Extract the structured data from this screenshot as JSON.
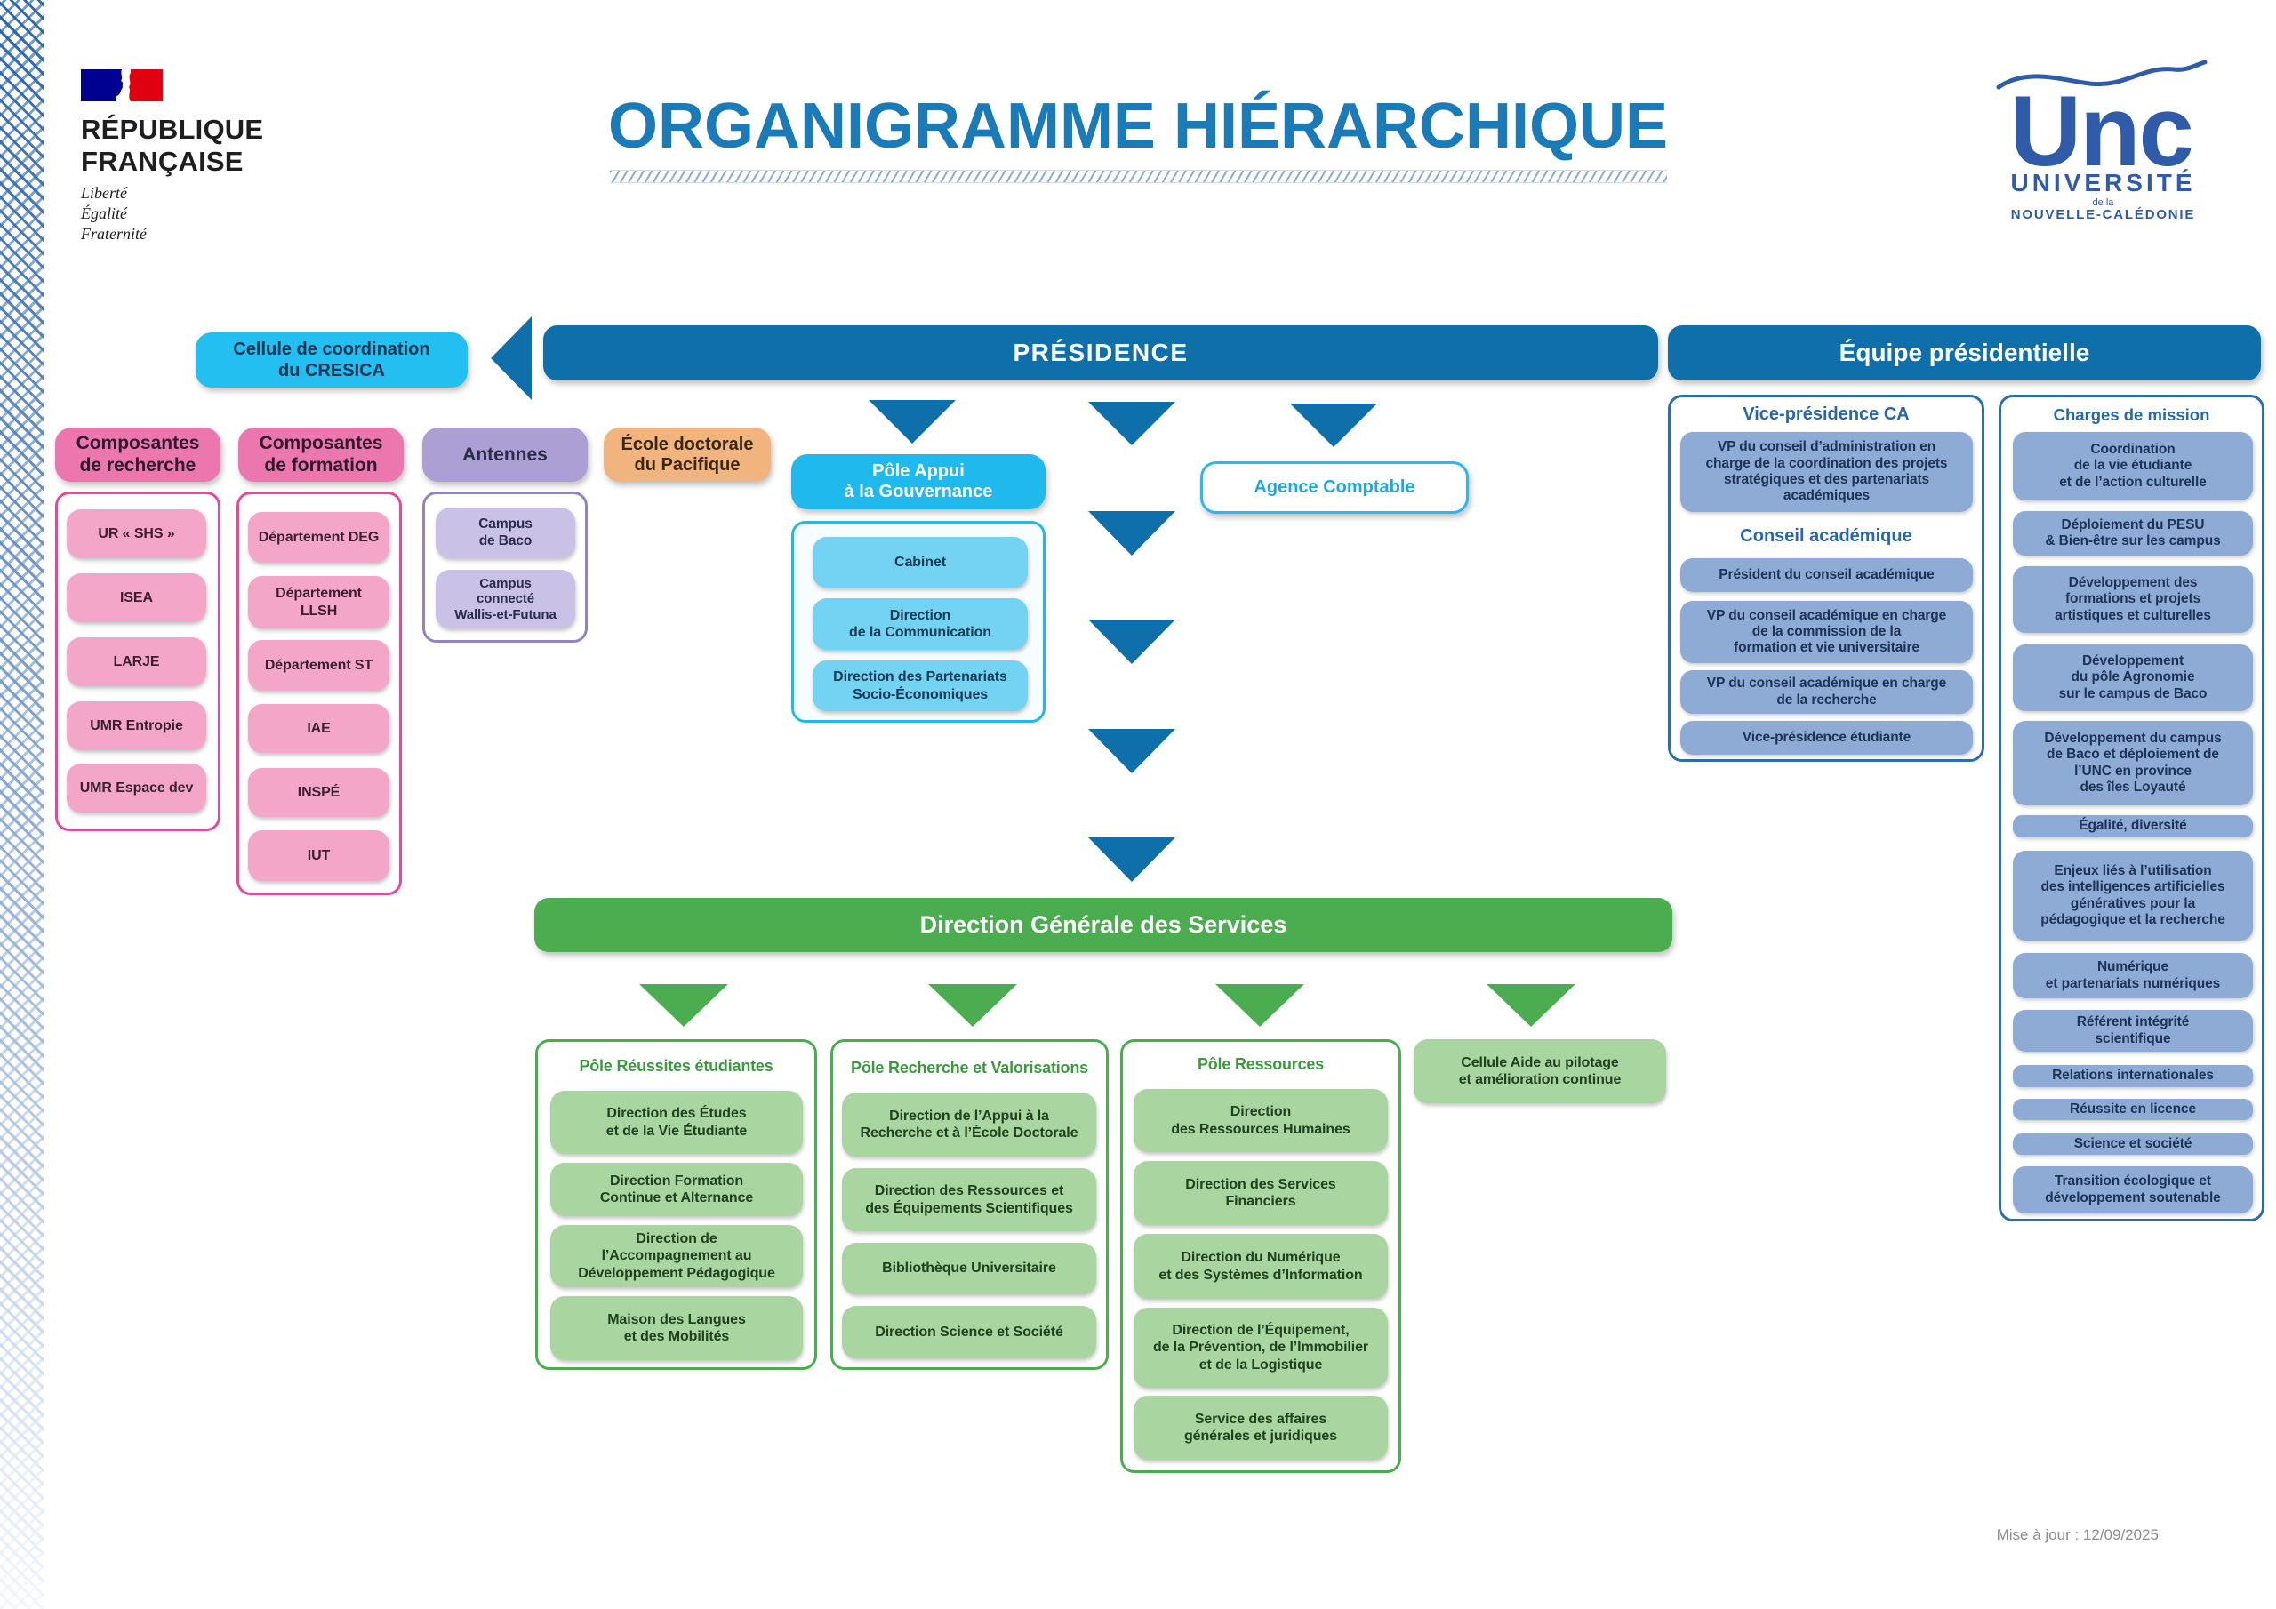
{
  "header": {
    "rf_logo": {
      "line1": "RÉPUBLIQUE",
      "line2": "FRANÇAISE",
      "motto": [
        "Liberté",
        "Égalité",
        "Fraternité"
      ]
    },
    "title": "ORGANIGRAMME HIÉRARCHIQUE",
    "unc_logo": {
      "mark": "Unc",
      "name": "UNIVERSITÉ",
      "of": "de la",
      "place": "NOUVELLE-CALÉDONIE"
    }
  },
  "cresica": "Cellule de coordination\ndu CRESICA",
  "presidence": "PRÉSIDENCE",
  "equipe": "Équipe présidentielle",
  "composantes": {
    "recherche": {
      "title": "Composantes\nde recherche",
      "items": [
        "UR « SHS »",
        "ISEA",
        "LARJE",
        "UMR Entropie",
        "UMR Espace dev"
      ]
    },
    "formation": {
      "title": "Composantes\nde formation",
      "items": [
        "Département DEG",
        "Département\nLLSH",
        "Département ST",
        "IAE",
        "INSPÉ",
        "IUT"
      ]
    },
    "antennes": {
      "title": "Antennes",
      "items": [
        "Campus\nde Baco",
        "Campus\nconnecté\nWallis-et-Futuna"
      ]
    },
    "ecole": {
      "title": "École doctorale\ndu Pacifique"
    }
  },
  "pole_appui": {
    "title": "Pôle Appui\nà la Gouvernance",
    "items": [
      "Cabinet",
      "Direction\nde la Communication",
      "Direction des Partenariats\nSocio-Économiques"
    ]
  },
  "agence_comptable": "Agence Comptable",
  "dgs": "Direction Générale des Services",
  "poles": [
    {
      "title": "Pôle Réussites étudiantes",
      "items": [
        "Direction des Études\net de la Vie Étudiante",
        "Direction Formation\nContinue et Alternance",
        "Direction de\nl’Accompagnement au\nDéveloppement Pédagogique",
        "Maison des Langues\net des Mobilités"
      ]
    },
    {
      "title": "Pôle Recherche et Valorisations",
      "items": [
        "Direction de l’Appui à la\nRecherche et à l’École Doctorale",
        "Direction des Ressources et\ndes Équipements Scientifiques",
        "Bibliothèque Universitaire",
        "Direction Science et Société"
      ]
    },
    {
      "title": "Pôle Ressources",
      "items": [
        "Direction\ndes Ressources Humaines",
        "Direction des Services\nFinanciers",
        "Direction du Numérique\net des Systèmes d’Information",
        "Direction de l’Équipement,\nde la Prévention, de l’Immobilier\net de la Logistique",
        "Service des affaires\ngénérales et juridiques"
      ]
    }
  ],
  "cellule_aide": "Cellule Aide au pilotage\net amélioration continue",
  "vice_presidence_ca": {
    "title": "Vice-présidence CA",
    "items": [
      "VP du conseil d’administration en\ncharge de la coordination des projets\nstratégiques et des partenariats\nacadémiques"
    ]
  },
  "conseil_academique": {
    "title": "Conseil académique",
    "items": [
      "Président du conseil académique",
      "VP du conseil académique en charge\nde la commission de la\nformation et vie universitaire",
      "VP du conseil académique en charge\nde la recherche",
      "Vice-présidence étudiante"
    ]
  },
  "charges_de_mission": {
    "title": "Charges de mission",
    "items": [
      "Coordination\nde la vie étudiante\net de l’action culturelle",
      "Déploiement du PESU\n& Bien-être sur les campus",
      "Développement des\nformations et projets\nartistiques et culturelles",
      "Développement\ndu pôle Agronomie\nsur le campus de Baco",
      "Développement du campus\nde Baco et déploiement de\nl’UNC en province\ndes îles Loyauté",
      "Égalité, diversité",
      "Enjeux liés à l’utilisation\ndes intelligences artificielles\ngénératives pour la\npédagogique et la recherche",
      "Numérique\net partenariats numériques",
      "Référent intégrité\nscientifique",
      "Relations internationales",
      "Réussite en licence",
      "Science et société",
      "Transition écologique et\ndéveloppement soutenable"
    ]
  },
  "footer": {
    "updated": "Mise à jour : 12/09/2025"
  },
  "colors": {
    "title": "#1b7ab8",
    "presidence": "#0f6fab",
    "cyan": "#1fb9ee",
    "pink": "#ec76ae",
    "lavender": "#ab9fd4",
    "peach": "#f2b47f",
    "green": "#4cad50",
    "right_blue": "#2c6db2",
    "unc_blue": "#2f5ba8"
  },
  "icons": [
    "arrow-down-icon",
    "arrow-left-icon",
    "french-flag-icon"
  ]
}
